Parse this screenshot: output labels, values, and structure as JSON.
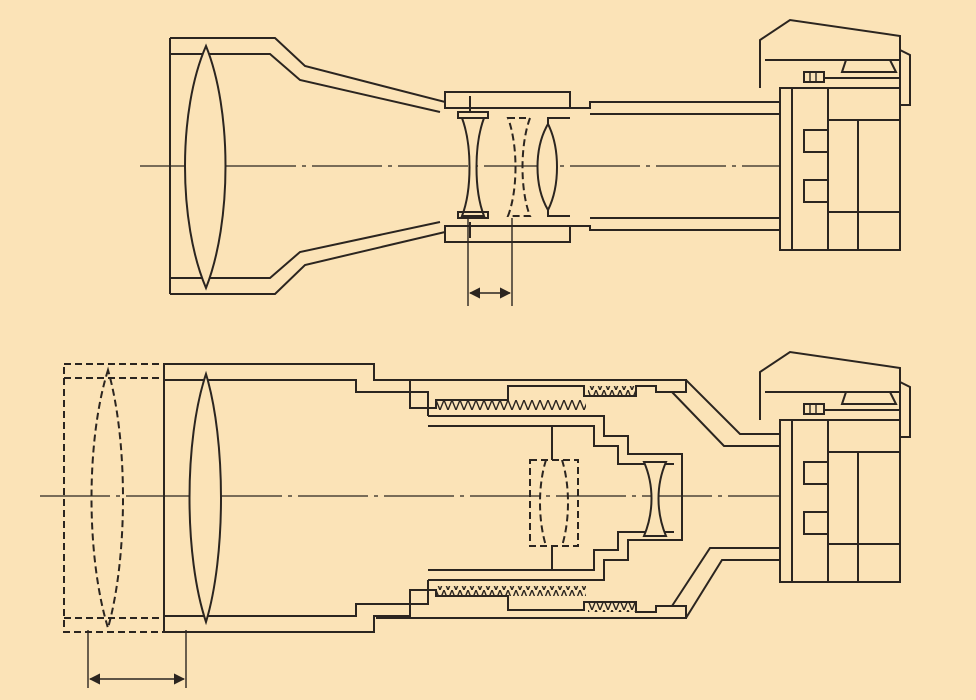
{
  "colors": {
    "background": "#fbe3b7",
    "ink": "#2b2520"
  },
  "figures": [
    {
      "id": "figure-1",
      "description_shown": "",
      "component_count": 2
    },
    {
      "id": "figure-2",
      "description_shown": "",
      "component_count": 2
    }
  ]
}
